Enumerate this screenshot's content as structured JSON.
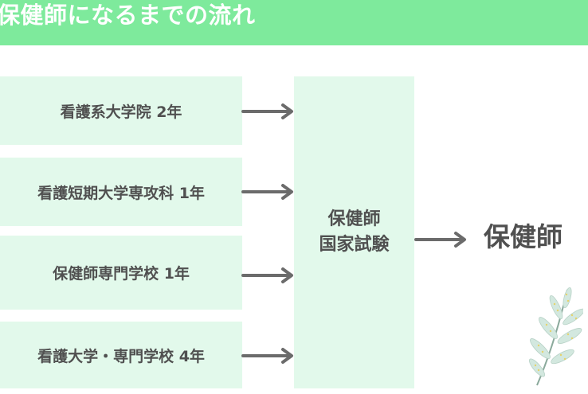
{
  "header": {
    "title": "保健師になるまでの流れ"
  },
  "routes": [
    {
      "label": "看護系大学院 2年"
    },
    {
      "label": "看護短期大学専攻科 1年"
    },
    {
      "label": "保健師専門学校 1年"
    },
    {
      "label": "看護大学・専門学校 4年"
    }
  ],
  "exam": {
    "line1": "保健師",
    "line2": "国家試験"
  },
  "result": {
    "label": "保健師"
  },
  "colors": {
    "header_bg": "#7eea9c",
    "box_bg": "#e2f9eb",
    "text": "#505050",
    "arrow": "#6b6b6b"
  },
  "icons": {
    "decoration": "leaf-branch-icon"
  }
}
